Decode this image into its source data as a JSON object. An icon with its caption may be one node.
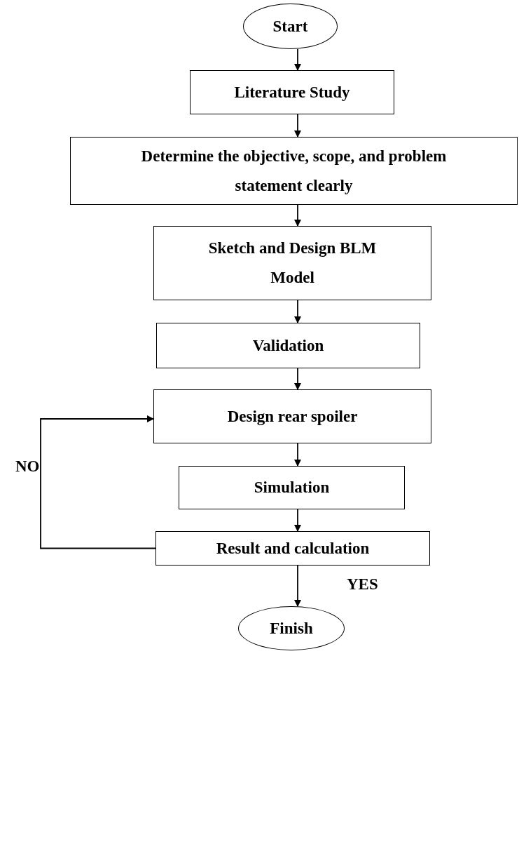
{
  "diagram": {
    "nodes": [
      {
        "text": [
          "Start"
        ]
      },
      {
        "text": [
          "Literature Study"
        ]
      },
      {
        "text": [
          "Determine the objective, scope, and problem statement clearly"
        ]
      },
      {
        "text": [
          "Sketch and Design BLM Model"
        ]
      },
      {
        "text": [
          "Validation"
        ]
      },
      {
        "text": [
          "Design rear spoiler"
        ]
      },
      {
        "text": [
          "Simulation"
        ]
      },
      {
        "text": [
          "Result and calculation"
        ]
      },
      {
        "text": [
          "Finish"
        ]
      }
    ],
    "edges": [
      {
        "from": 0,
        "to": 1,
        "arrow": "to"
      },
      {
        "from": 1,
        "to": 2,
        "arrow": "to"
      },
      {
        "from": 2,
        "to": 3,
        "arrow": "to"
      },
      {
        "from": 3,
        "to": 4,
        "arrow": "to"
      },
      {
        "from": 4,
        "to": 5,
        "arrow": "to"
      },
      {
        "from": 5,
        "to": 6,
        "arrow": "to"
      },
      {
        "from": 6,
        "to": 7,
        "arrow": "to"
      },
      {
        "from": 7,
        "to": 5,
        "arrow": "to",
        "label": "NO"
      },
      {
        "from": 7,
        "to": 8,
        "arrow": "to",
        "label": "YES"
      }
    ]
  }
}
